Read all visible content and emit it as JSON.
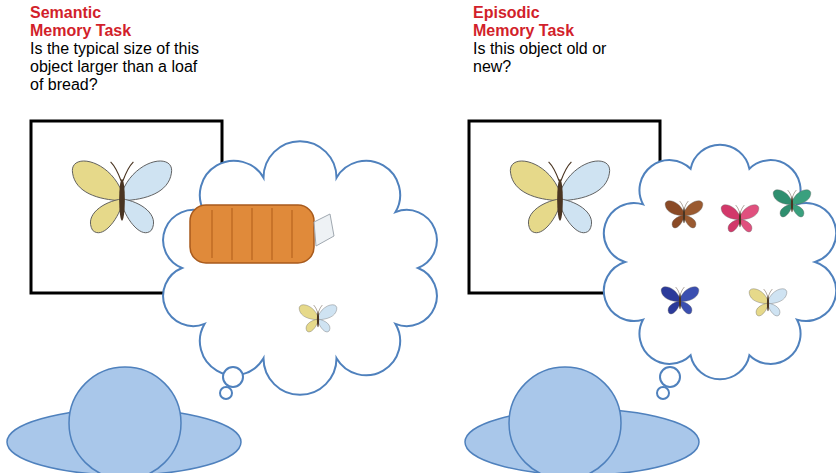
{
  "diagram": {
    "labels": [
      "Semantic Memory Task",
      "Is the typical size of this object larger than a loaf of bread?",
      "Episodic Memory Task",
      "Is this object old or new?"
    ]
  }
}
